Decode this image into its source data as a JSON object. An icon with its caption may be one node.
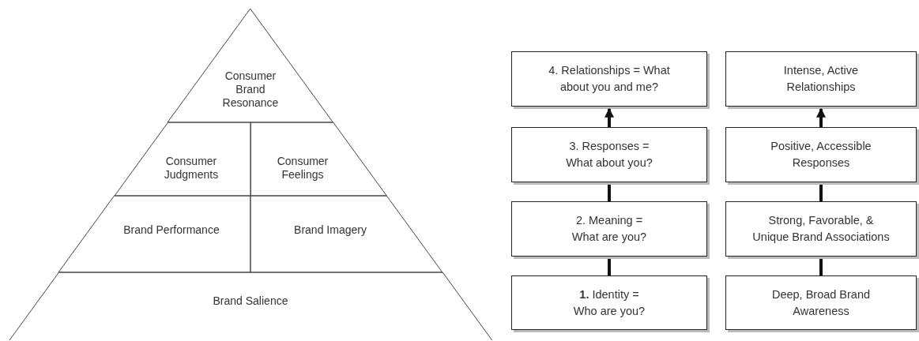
{
  "diagram": {
    "nodes": [
      {
        "text": [
          "Consumer Brand Resonance"
        ]
      },
      {
        "text": [
          "Consumer Judgments"
        ]
      },
      {
        "text": [
          "Consumer Feelings"
        ]
      },
      {
        "text": [
          "Brand Performance"
        ]
      },
      {
        "text": [
          "Brand Imagery"
        ]
      },
      {
        "text": [
          "Brand Salience"
        ]
      },
      {
        "text": [
          "4. Relationships = What about you and me?"
        ]
      },
      {
        "text": [
          "Intense, Active Relationships"
        ]
      },
      {
        "text": [
          "3. Responses = What about you?"
        ]
      },
      {
        "text": [
          "Positive, Accessible Responses"
        ]
      },
      {
        "text": [
          "2. Meaning = What are you?"
        ]
      },
      {
        "text": [
          "Strong, Favorable, & Unique Brand Associations"
        ]
      },
      {
        "text": [
          "**1.** Identity = Who are you?"
        ]
      },
      {
        "text": [
          "Deep, Broad Brand Awareness"
        ]
      }
    ],
    "edges": [
      {
        "from": 8,
        "to": 6,
        "arrow": "to"
      },
      {
        "from": 9,
        "to": 7,
        "arrow": "to"
      },
      {
        "from": 10,
        "to": 8,
        "arrow": "none"
      },
      {
        "from": 11,
        "to": 9,
        "arrow": "none"
      },
      {
        "from": 12,
        "to": 10,
        "arrow": "none"
      },
      {
        "from": 13,
        "to": 11,
        "arrow": "none"
      }
    ]
  }
}
